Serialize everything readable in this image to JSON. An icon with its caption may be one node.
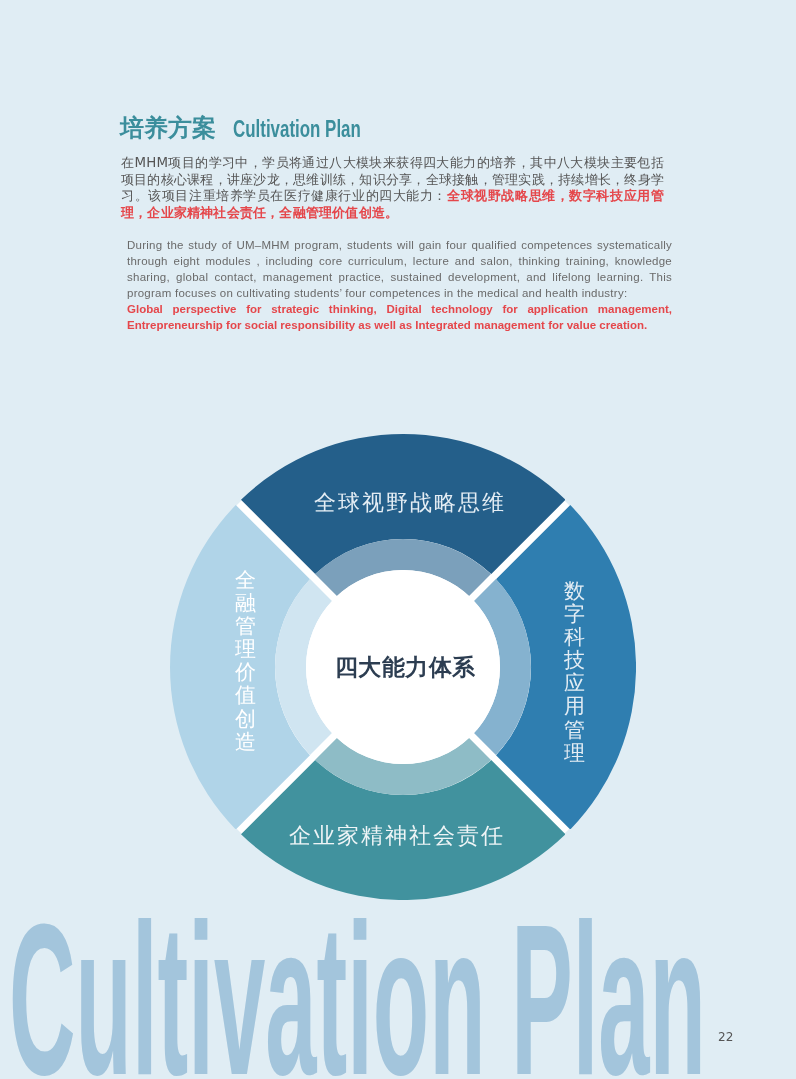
{
  "diagram": {
    "title": "培养方案",
    "nodes": [
      {
        "text": [
          "四大能力体系"
        ]
      },
      {
        "text": [
          "全球视野战略思维"
        ]
      },
      {
        "text": [
          "数字科技应用管理"
        ]
      },
      {
        "text": [
          "企业家精神社会责任"
        ]
      },
      {
        "text": [
          "全融管理价值创造"
        ]
      },
      {
        "text": [],
        "shape": "band"
      },
      {
        "text": [],
        "shape": "band"
      },
      {
        "text": [],
        "shape": "band"
      },
      {
        "text": [],
        "shape": "band"
      }
    ],
    "labels": [
      "Cultivation Plan",
      "在MHM项目的学习中，学员将通过八大模块来获得四大能力的培养，其中八大模块主要包括项目的核心课程，讲座沙龙，思维训练，知识分享，全球接触，管理实践，持续增长，终身学习。该项目注重培养学员在医疗健康行业的四大能力：**全球视野战略思维，数字科技应用管理，企业家精神社会责任，全融管理价值创造。**",
      "During the study of UM–MHM program, students will gain four qualified competences systematically through eight modules , including core curriculum, lecture and salon, thinking training, knowledge sharing, global contact, management practice, sustained development, and lifelong learning. This program focuses on cultivating students’ four competences in the medical and health industry: **Global perspective for strategic thinking, Digital technology for application management, Entrepreneurship for social responsibility as well as Integrated management for value creation.**",
      "Cultivation Plan",
      "22"
    ]
  }
}
